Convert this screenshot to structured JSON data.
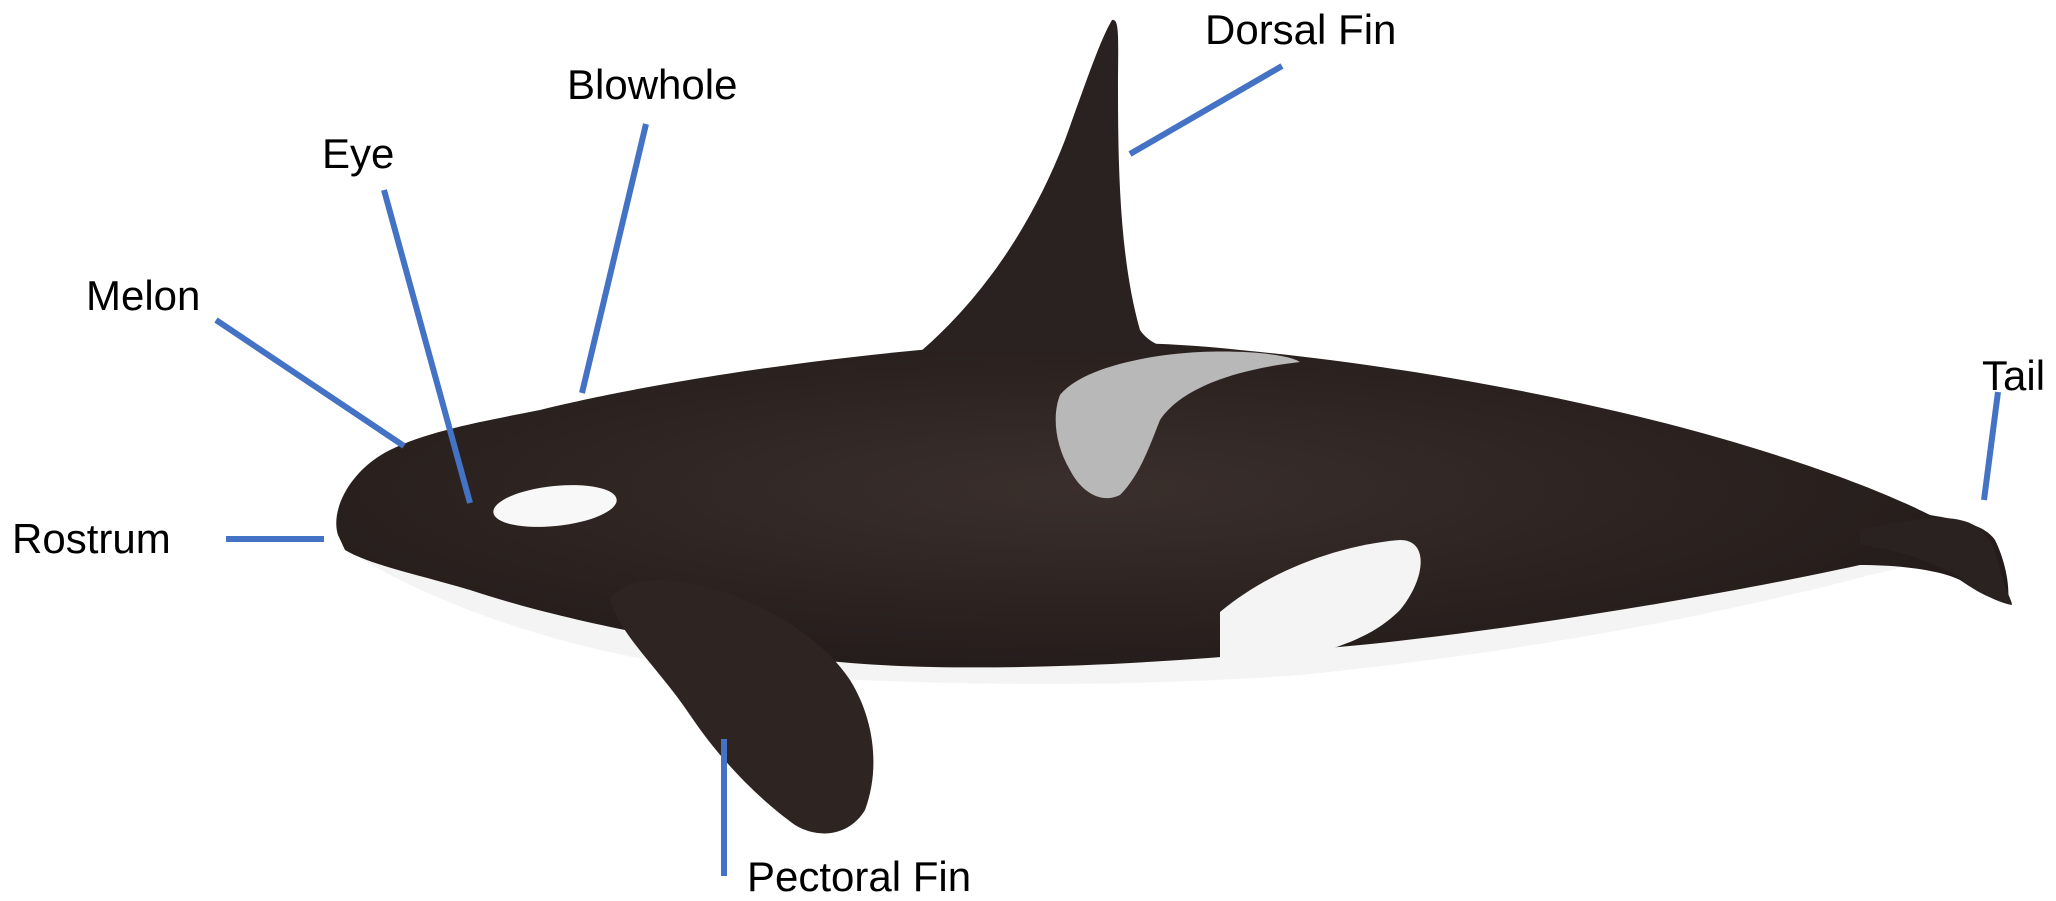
{
  "colors": {
    "leader_line": "#4472c4",
    "body_black": "#2a2220",
    "belly_white": "#f4f4f4",
    "saddle_grey": "#b8b8b8"
  },
  "labels": {
    "dorsal_fin": "Dorsal Fin",
    "blowhole": "Blowhole",
    "eye": "Eye",
    "melon": "Melon",
    "rostrum": "Rostrum",
    "tail": "Tail",
    "pectoral_fin": "Pectoral Fin"
  }
}
